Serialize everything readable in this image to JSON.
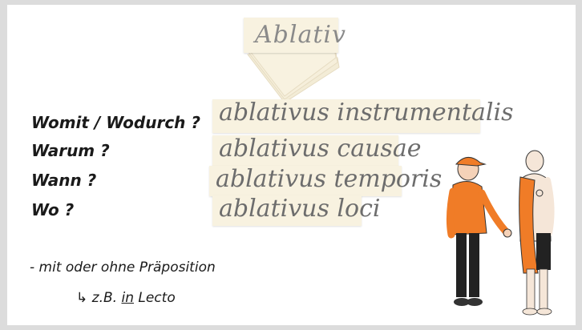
{
  "title": "Ablativ",
  "rows": [
    {
      "question": "Womit / Wodurch ?",
      "term": "ablativus instrumentalis"
    },
    {
      "question": "Warum ?",
      "term": "ablativus causae"
    },
    {
      "question": "Wann ?",
      "term": "ablativus temporis"
    },
    {
      "question": "Wo ?",
      "term": "ablativus loci"
    }
  ],
  "notes": {
    "line1": "- mit oder ohne Präposition",
    "arrow": "↳",
    "line2_prefix": "z.B.",
    "line2_underlined": "in",
    "line2_suffix": "Lecto"
  },
  "colors": {
    "card": "#f8f2e0",
    "orange": "#f07c27",
    "ink": "#1a1a1a"
  },
  "illustration": "two-people-talking"
}
